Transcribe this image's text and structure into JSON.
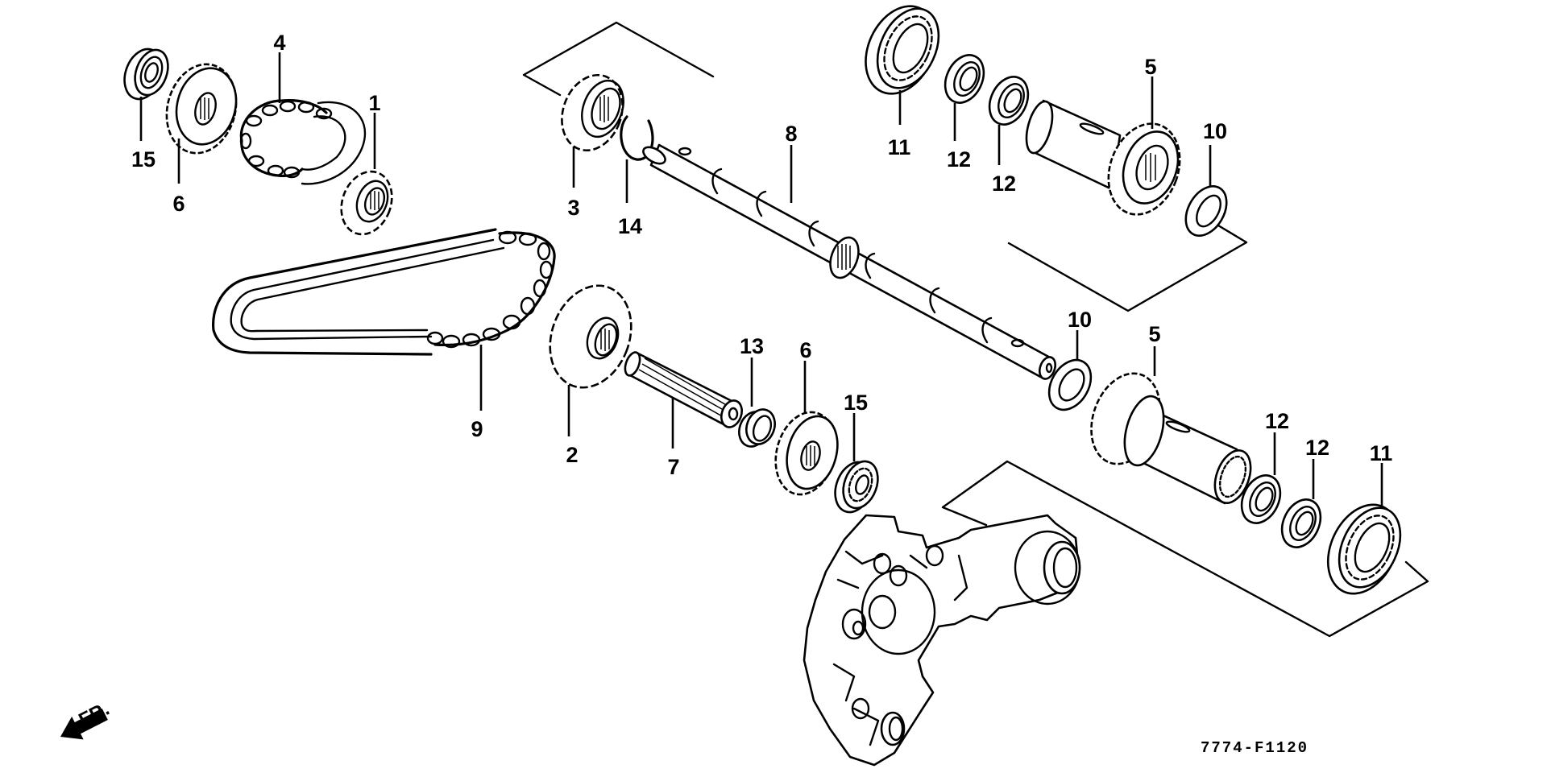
{
  "diagram": {
    "title_code": "7774-F1120",
    "direction_label": "FR.",
    "line_color": "#000000",
    "background_color": "#ffffff",
    "callouts": [
      {
        "id": "c15a",
        "text": "15",
        "part": "bearing-upper-left"
      },
      {
        "id": "c6a",
        "text": "6",
        "part": "gear-upper-left"
      },
      {
        "id": "c4",
        "text": "4",
        "part": "drive-chain-upper"
      },
      {
        "id": "c1",
        "text": "1",
        "part": "sprocket-small"
      },
      {
        "id": "c3",
        "text": "3",
        "part": "sprocket-upper"
      },
      {
        "id": "c14",
        "text": "14",
        "part": "circlip"
      },
      {
        "id": "c8",
        "text": "8",
        "part": "main-shaft"
      },
      {
        "id": "c11a",
        "text": "11",
        "part": "bearing-upper-right"
      },
      {
        "id": "c12a",
        "text": "12",
        "part": "oil-seal-upper-1"
      },
      {
        "id": "c12b",
        "text": "12",
        "part": "oil-seal-upper-2"
      },
      {
        "id": "c5a",
        "text": "5",
        "part": "sleeve-gear-upper"
      },
      {
        "id": "c10a",
        "text": "10",
        "part": "washer-upper"
      },
      {
        "id": "c9",
        "text": "9",
        "part": "drive-chain-long"
      },
      {
        "id": "c2",
        "text": "2",
        "part": "sprocket-lower"
      },
      {
        "id": "c7",
        "text": "7",
        "part": "spline-shaft"
      },
      {
        "id": "c13",
        "text": "13",
        "part": "collar"
      },
      {
        "id": "c6b",
        "text": "6",
        "part": "gear-lower"
      },
      {
        "id": "c15b",
        "text": "15",
        "part": "bearing-lower"
      },
      {
        "id": "c10b",
        "text": "10",
        "part": "washer-lower"
      },
      {
        "id": "c5b",
        "text": "5",
        "part": "sleeve-gear-lower"
      },
      {
        "id": "c12c",
        "text": "12",
        "part": "oil-seal-lower-1"
      },
      {
        "id": "c12d",
        "text": "12",
        "part": "oil-seal-lower-2"
      },
      {
        "id": "c11b",
        "text": "11",
        "part": "bearing-lower-right"
      }
    ]
  }
}
